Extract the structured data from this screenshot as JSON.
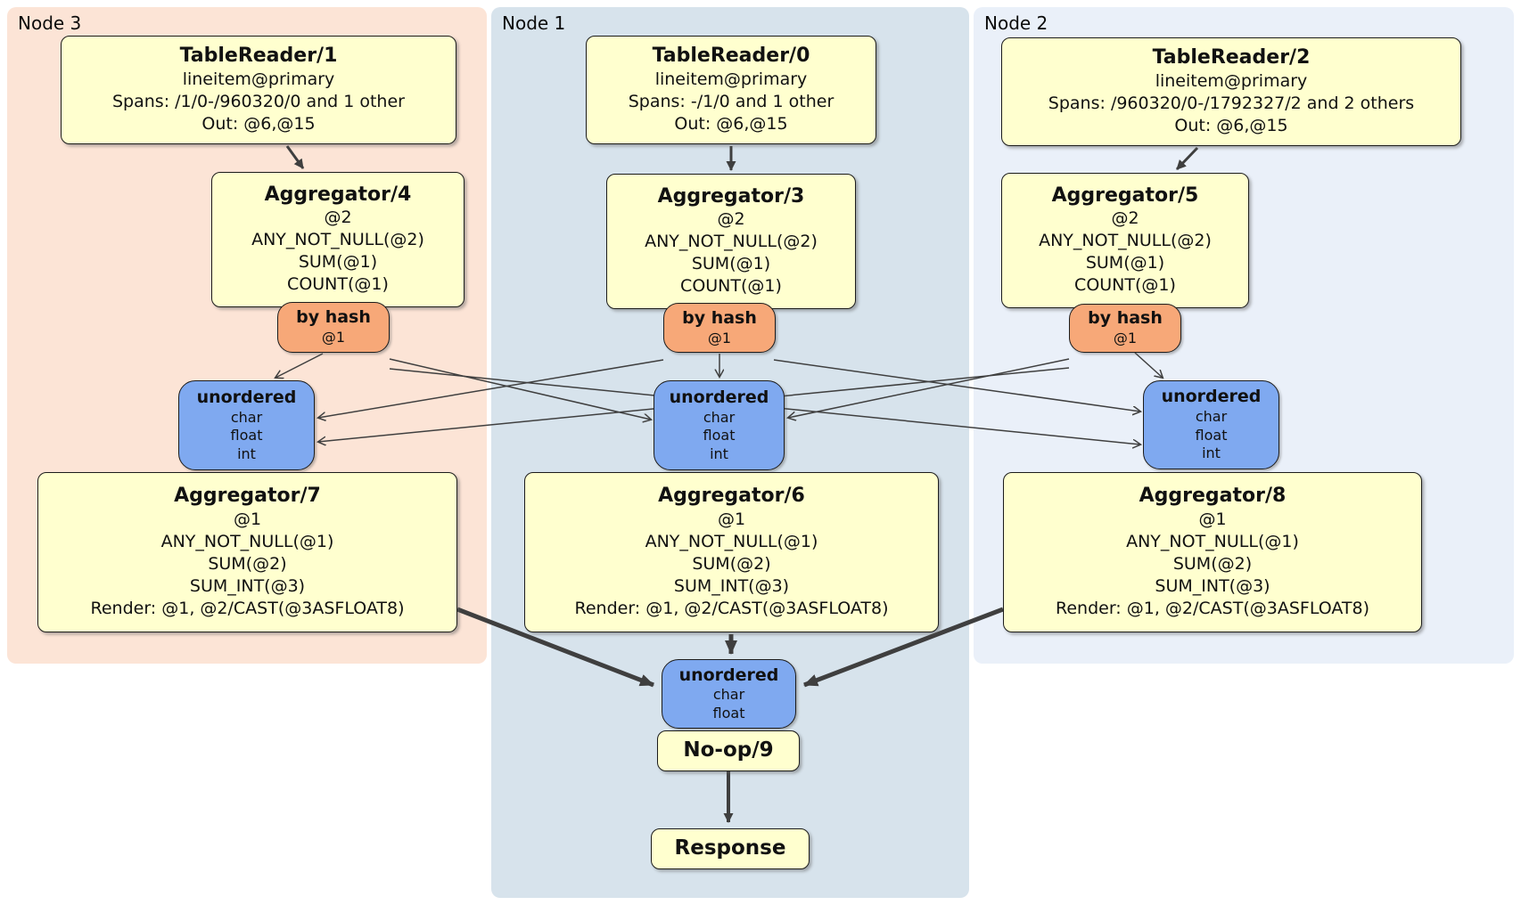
{
  "regions": [
    {
      "id": "node3",
      "label": "Node 3"
    },
    {
      "id": "node1",
      "label": "Node 1"
    },
    {
      "id": "node2",
      "label": "Node 2"
    }
  ],
  "colors": {
    "region_node3_bg": "#fce4d6",
    "region_node1_bg": "#d7e3ec",
    "region_node2_bg": "#eaf0f9",
    "plan_box_bg": "#ffffcf",
    "hash_router_bg": "#f7a878",
    "sync_box_bg": "#7fa9f0",
    "edge": "#3f3f3f",
    "border": "#1c1c1c"
  },
  "nodes": {
    "tr1": {
      "title": "TableReader/1",
      "lines": [
        "lineitem@primary",
        "Spans: /1/0-/960320/0 and 1 other",
        "Out: @6,@15"
      ]
    },
    "tr0": {
      "title": "TableReader/0",
      "lines": [
        "lineitem@primary",
        "Spans: -/1/0 and 1 other",
        "Out: @6,@15"
      ]
    },
    "tr2": {
      "title": "TableReader/2",
      "lines": [
        "lineitem@primary",
        "Spans: /960320/0-/1792327/2 and 2 others",
        "Out: @6,@15"
      ]
    },
    "agg4": {
      "title": "Aggregator/4",
      "lines": [
        "@2",
        "ANY_NOT_NULL(@2)",
        "SUM(@1)",
        "COUNT(@1)"
      ]
    },
    "agg3": {
      "title": "Aggregator/3",
      "lines": [
        "@2",
        "ANY_NOT_NULL(@2)",
        "SUM(@1)",
        "COUNT(@1)"
      ]
    },
    "agg5": {
      "title": "Aggregator/5",
      "lines": [
        "@2",
        "ANY_NOT_NULL(@2)",
        "SUM(@1)",
        "COUNT(@1)"
      ]
    },
    "hash4": {
      "title": "by hash",
      "lines": [
        "@1"
      ]
    },
    "hash3": {
      "title": "by hash",
      "lines": [
        "@1"
      ]
    },
    "hash5": {
      "title": "by hash",
      "lines": [
        "@1"
      ]
    },
    "sync3": {
      "title": "unordered",
      "lines": [
        "char",
        "float",
        "int"
      ]
    },
    "sync1": {
      "title": "unordered",
      "lines": [
        "char",
        "float",
        "int"
      ]
    },
    "sync2": {
      "title": "unordered",
      "lines": [
        "char",
        "float",
        "int"
      ]
    },
    "agg7": {
      "title": "Aggregator/7",
      "lines": [
        "@1",
        "ANY_NOT_NULL(@1)",
        "SUM(@2)",
        "SUM_INT(@3)",
        "Render: @1, @2/CAST(@3ASFLOAT8)"
      ]
    },
    "agg6": {
      "title": "Aggregator/6",
      "lines": [
        "@1",
        "ANY_NOT_NULL(@1)",
        "SUM(@2)",
        "SUM_INT(@3)",
        "Render: @1, @2/CAST(@3ASFLOAT8)"
      ]
    },
    "agg8": {
      "title": "Aggregator/8",
      "lines": [
        "@1",
        "ANY_NOT_NULL(@1)",
        "SUM(@2)",
        "SUM_INT(@3)",
        "Render: @1, @2/CAST(@3ASFLOAT8)"
      ]
    },
    "syncFinal": {
      "title": "unordered",
      "lines": [
        "char",
        "float"
      ]
    },
    "noop": {
      "title": "No-op/9"
    },
    "response": {
      "title": "Response"
    }
  }
}
